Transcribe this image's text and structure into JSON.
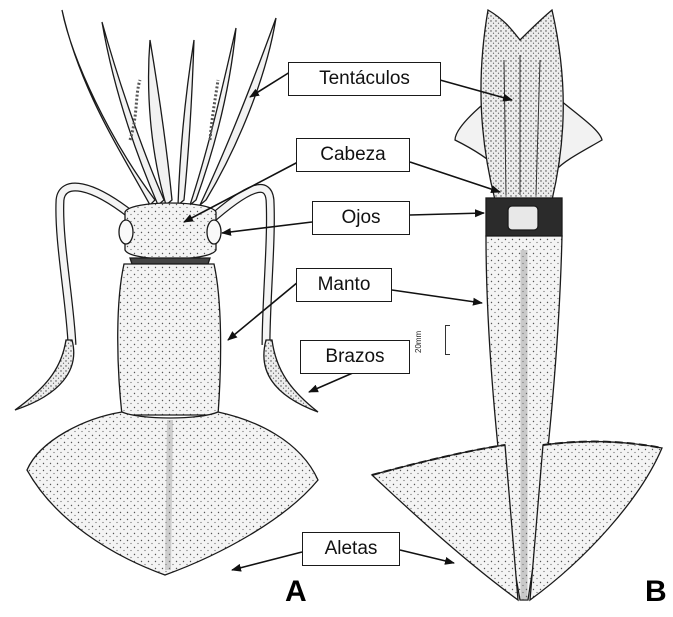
{
  "labels": {
    "tentaculos": "Tentáculos",
    "cabeza": "Cabeza",
    "ojos": "Ojos",
    "manto": "Manto",
    "brazos": "Brazos",
    "aletas": "Aletas"
  },
  "panels": {
    "a": "A",
    "b": "B"
  },
  "scale_bar": "20mm",
  "colors": {
    "ink": "#1a1a1a",
    "body_fill": "#f4f4f4",
    "line": "#111111"
  }
}
